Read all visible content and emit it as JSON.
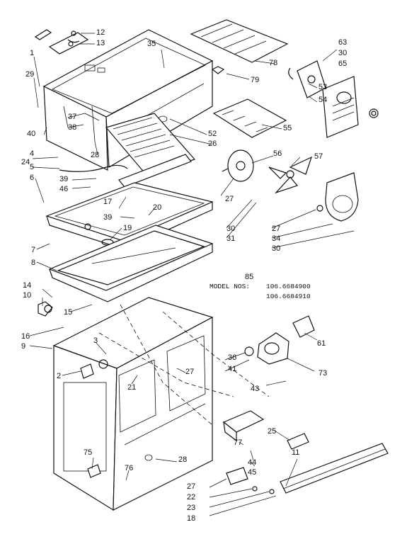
{
  "diagram": {
    "section": "85",
    "model_label": "MODEL NOS:",
    "model_numbers": [
      "106.6684900",
      "106.6684910"
    ],
    "part_labels": [
      "12",
      "13",
      "35",
      "1",
      "29",
      "63",
      "30",
      "65",
      "78",
      "79",
      "53",
      "54",
      "37",
      "38",
      "40",
      "55",
      "52",
      "26",
      "28",
      "4",
      "24",
      "5",
      "56",
      "57",
      "39",
      "46",
      "6",
      "27",
      "17",
      "20",
      "39",
      "19",
      "30",
      "31",
      "27",
      "34",
      "30",
      "7",
      "8",
      "14",
      "10",
      "15",
      "16",
      "9",
      "3",
      "36",
      "41",
      "61",
      "73",
      "2",
      "21",
      "27",
      "43",
      "77",
      "44",
      "45",
      "25",
      "11",
      "75",
      "76",
      "28",
      "27",
      "22",
      "23",
      "18"
    ]
  }
}
